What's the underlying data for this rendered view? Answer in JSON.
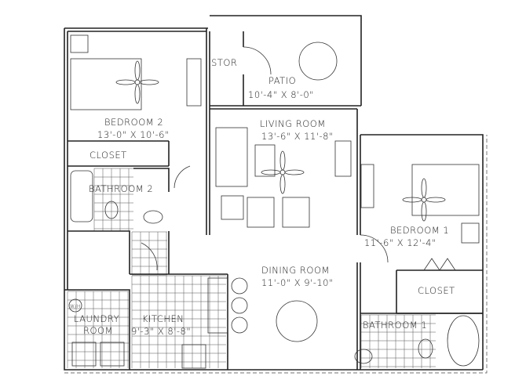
{
  "rooms": {
    "storage": {
      "label": "STOR"
    },
    "patio": {
      "label": "PATIO",
      "dimensions": "10'-4\" X 8'-0\""
    },
    "bedroom2": {
      "label": "BEDROOM 2",
      "dimensions": "13'-0\" X 10'-6\""
    },
    "closet2": {
      "label": "CLOSET"
    },
    "bathroom2": {
      "label": "BATHROOM 2"
    },
    "living_room": {
      "label": "LIVING ROOM",
      "dimensions": "13'-6\" X 11'-8\""
    },
    "bedroom1": {
      "label": "BEDROOM 1",
      "dimensions": "11'-6\" X 12'-4\""
    },
    "dining_room": {
      "label": "DINING ROOM",
      "dimensions": "11'-0\" X 9'-10\""
    },
    "closet1": {
      "label": "CLOSET"
    },
    "laundry": {
      "label_line1": "LAUNDRY",
      "label_line2": "ROOM"
    },
    "kitchen": {
      "label": "KITCHEN",
      "dimensions": "9'-3\" X 8'-8\""
    },
    "bathroom1": {
      "label": "BATHROOM 1"
    },
    "water_heater": {
      "label": "W/H"
    }
  }
}
